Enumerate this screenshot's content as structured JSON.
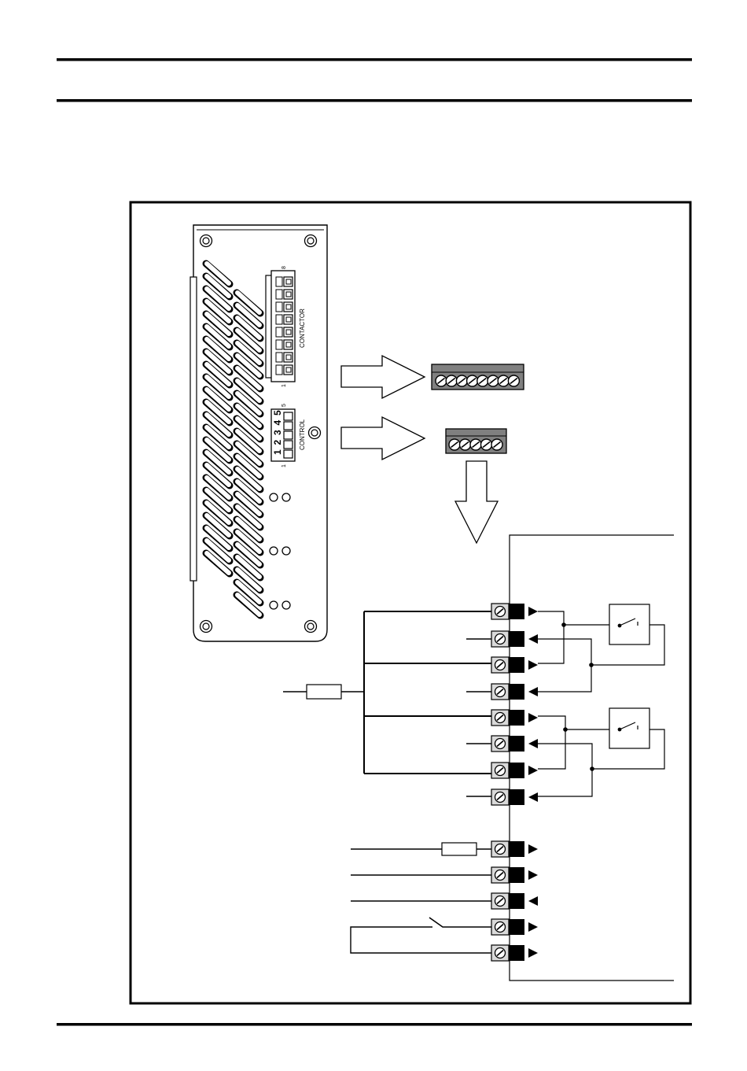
{
  "unit": {
    "contactor_label": "CONTACTOR",
    "control_label": "CONTROL",
    "contactor_pin_first": "1",
    "contactor_pin_last": "8",
    "control_pin_first": "1",
    "control_pin_last": "5",
    "control_digits": [
      "1",
      "2",
      "3",
      "4",
      "5"
    ]
  },
  "terminal_blocks": {
    "contactor_screws": 8,
    "control_screws": 5
  },
  "colors": {
    "line": "#000000",
    "block_fill": "#808080",
    "terminal_fill": "#d9d9d9"
  },
  "icons": {
    "screw": "slotted-screw-icon",
    "arrow": "block-arrow-icon"
  }
}
